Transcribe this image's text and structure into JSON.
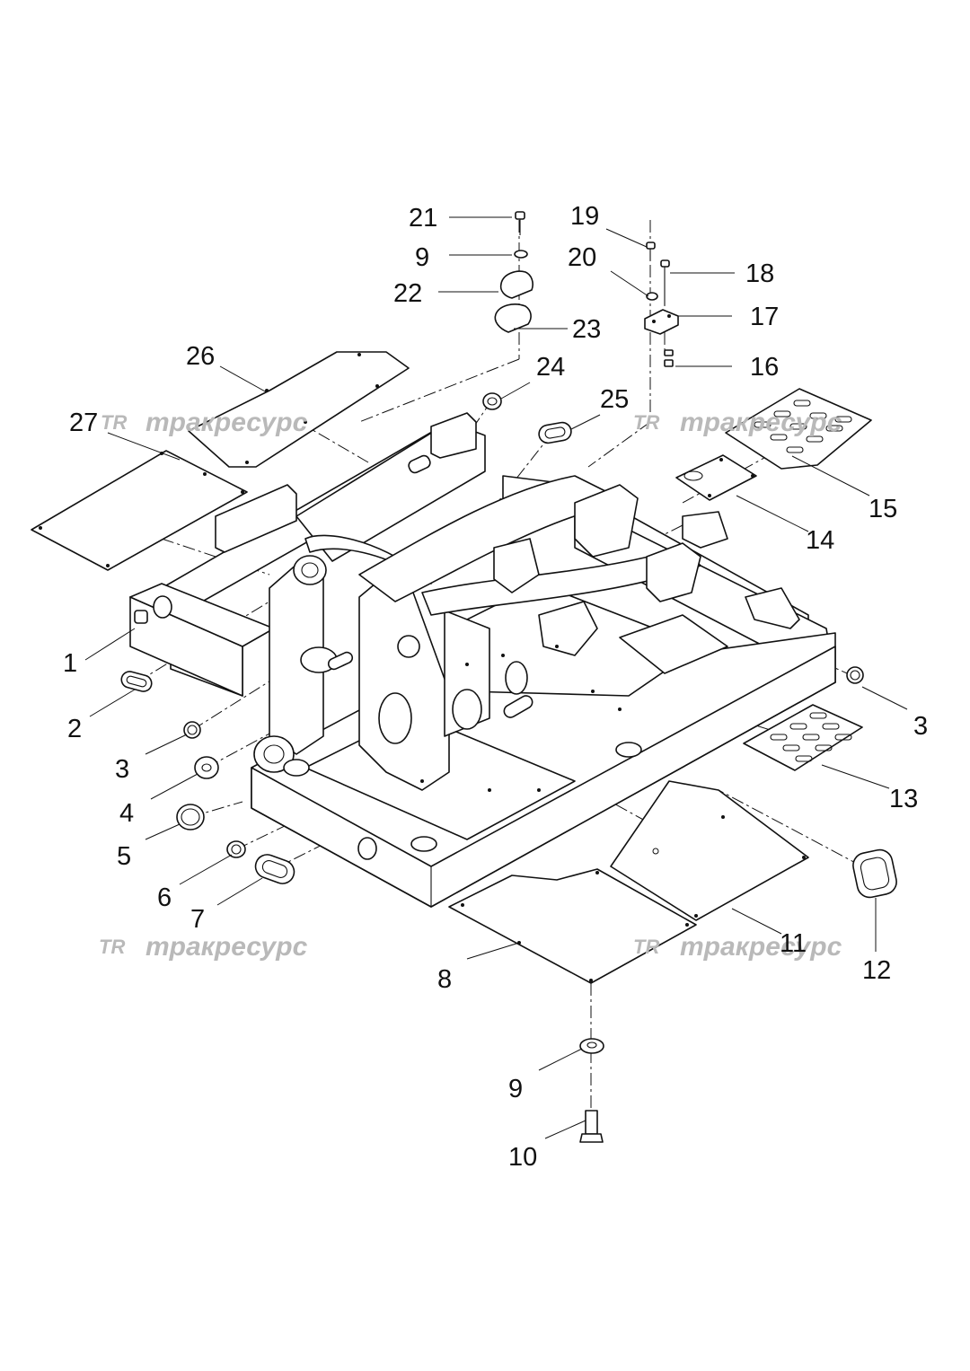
{
  "watermark": {
    "text": "тракресурс",
    "logo": "TR"
  },
  "callouts": [
    {
      "id": "21",
      "label": "21"
    },
    {
      "id": "9a",
      "label": "9"
    },
    {
      "id": "22",
      "label": "22"
    },
    {
      "id": "23",
      "label": "23"
    },
    {
      "id": "19",
      "label": "19"
    },
    {
      "id": "20",
      "label": "20"
    },
    {
      "id": "18",
      "label": "18"
    },
    {
      "id": "17",
      "label": "17"
    },
    {
      "id": "16",
      "label": "16"
    },
    {
      "id": "26",
      "label": "26"
    },
    {
      "id": "24",
      "label": "24"
    },
    {
      "id": "25",
      "label": "25"
    },
    {
      "id": "27",
      "label": "27"
    },
    {
      "id": "15",
      "label": "15"
    },
    {
      "id": "14",
      "label": "14"
    },
    {
      "id": "1",
      "label": "1"
    },
    {
      "id": "2",
      "label": "2"
    },
    {
      "id": "3a",
      "label": "3"
    },
    {
      "id": "3b",
      "label": "3"
    },
    {
      "id": "4",
      "label": "4"
    },
    {
      "id": "13",
      "label": "13"
    },
    {
      "id": "5",
      "label": "5"
    },
    {
      "id": "6",
      "label": "6"
    },
    {
      "id": "7",
      "label": "7"
    },
    {
      "id": "11",
      "label": "11"
    },
    {
      "id": "12",
      "label": "12"
    },
    {
      "id": "8",
      "label": "8"
    },
    {
      "id": "9b",
      "label": "9"
    },
    {
      "id": "10",
      "label": "10"
    }
  ]
}
